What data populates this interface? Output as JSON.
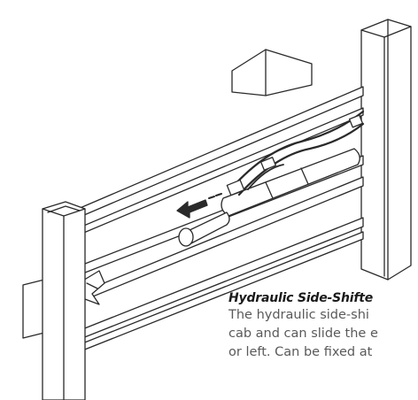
{
  "caption": {
    "title": "Hydraulic Side-Shifte",
    "lines": [
      "The hydraulic side-shi",
      "cab and can slide the e",
      "or left. Can be fixed at"
    ]
  },
  "colors": {
    "line": "#2a2a2a",
    "text_heading": "#1a1a1a",
    "text_body": "#5a5a5a"
  },
  "icons": {
    "direction_arrow": "left-arrow-icon"
  }
}
